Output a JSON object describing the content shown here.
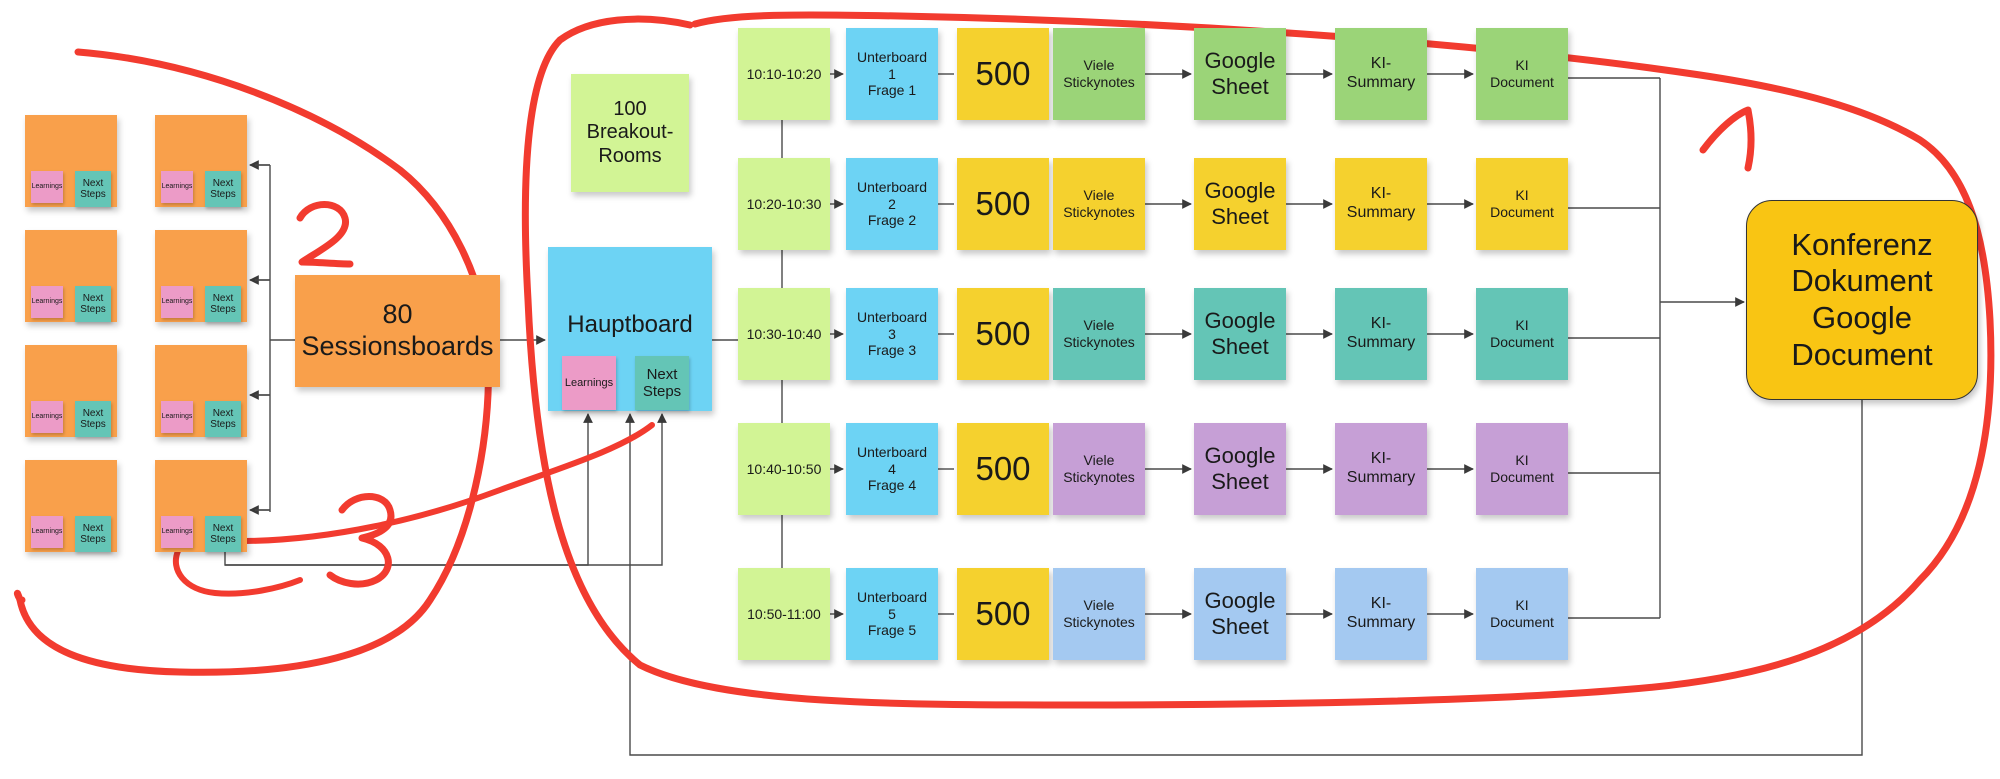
{
  "colors": {
    "orange": "#F9A04B",
    "pink": "#EC9BC7",
    "teal": "#64C5B6",
    "blue": "#6DD3F4",
    "lime": "#D2F495",
    "yellow": "#F5D12E",
    "green": "#9BD478",
    "gold": "#F9C513",
    "purple": "#C69FD6",
    "lightblue": "#A4C9F1",
    "annotation": "#F23B2F",
    "connector": "#4a4a4a"
  },
  "annotations": [
    "2",
    "3",
    "1"
  ],
  "session_boards": {
    "title": "80\nSessionsboards",
    "learnings_label": "Learnings",
    "next_steps_label": "Next\nSteps",
    "count": 8
  },
  "breakout_rooms": "100\nBreakout-\nRooms",
  "main_board": {
    "title": "Hauptboard",
    "learnings_label": "Learnings",
    "next_steps_label": "Next\nSteps"
  },
  "rows": [
    {
      "time": "10:10-10:20",
      "subboard": "Unterboard\n1\nFrage 1",
      "count": "500",
      "stickies": "Viele\nStickynotes",
      "sheet": "Google\nSheet",
      "summary": "KI-\nSummary",
      "document": "KI\nDocument",
      "color": "green"
    },
    {
      "time": "10:20-10:30",
      "subboard": "Unterboard\n2\nFrage 2",
      "count": "500",
      "stickies": "Viele\nStickynotes",
      "sheet": "Google\nSheet",
      "summary": "KI-\nSummary",
      "document": "KI\nDocument",
      "color": "yellow"
    },
    {
      "time": "10:30-10:40",
      "subboard": "Unterboard\n3\nFrage 3",
      "count": "500",
      "stickies": "Viele\nStickynotes",
      "sheet": "Google\nSheet",
      "summary": "KI-\nSummary",
      "document": "KI\nDocument",
      "color": "teal"
    },
    {
      "time": "10:40-10:50",
      "subboard": "Unterboard\n4\nFrage 4",
      "count": "500",
      "stickies": "Viele\nStickynotes",
      "sheet": "Google\nSheet",
      "summary": "KI-\nSummary",
      "document": "KI\nDocument",
      "color": "purple"
    },
    {
      "time": "10:50-11:00",
      "subboard": "Unterboard\n5\nFrage 5",
      "count": "500",
      "stickies": "Viele\nStickynotes",
      "sheet": "Google\nSheet",
      "summary": "KI-\nSummary",
      "document": "KI\nDocument",
      "color": "lightblue"
    }
  ],
  "final_document": "Konferenz\nDokument\nGoogle\nDocument"
}
